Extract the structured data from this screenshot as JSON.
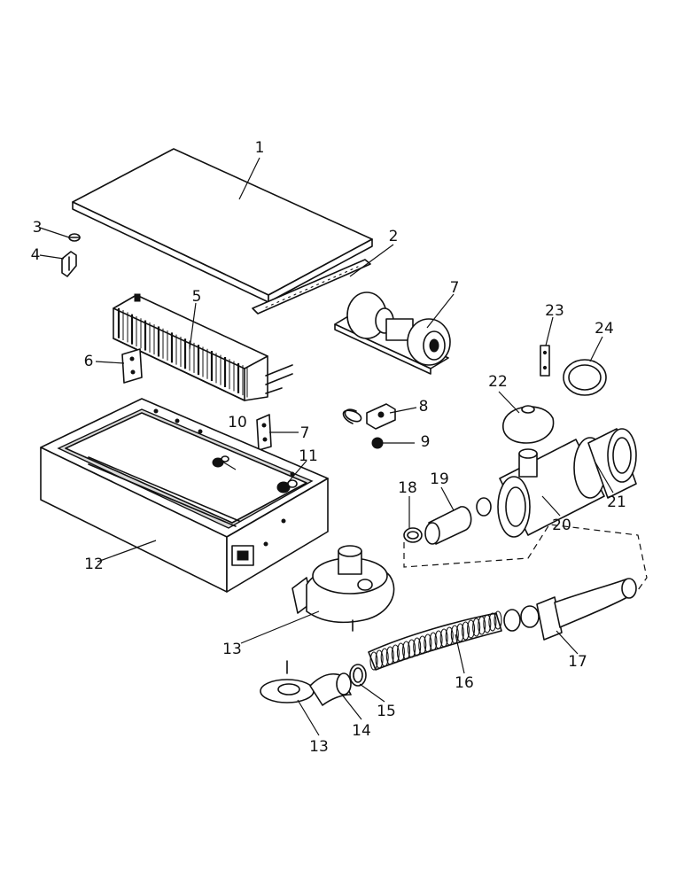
{
  "callouts": [
    "1",
    "2",
    "3",
    "4",
    "5",
    "6",
    "7",
    "7",
    "8",
    "9",
    "10",
    "11",
    "12",
    "13",
    "13",
    "14",
    "15",
    "16",
    "17",
    "18",
    "19",
    "20",
    "21",
    "22",
    "23",
    "24"
  ]
}
